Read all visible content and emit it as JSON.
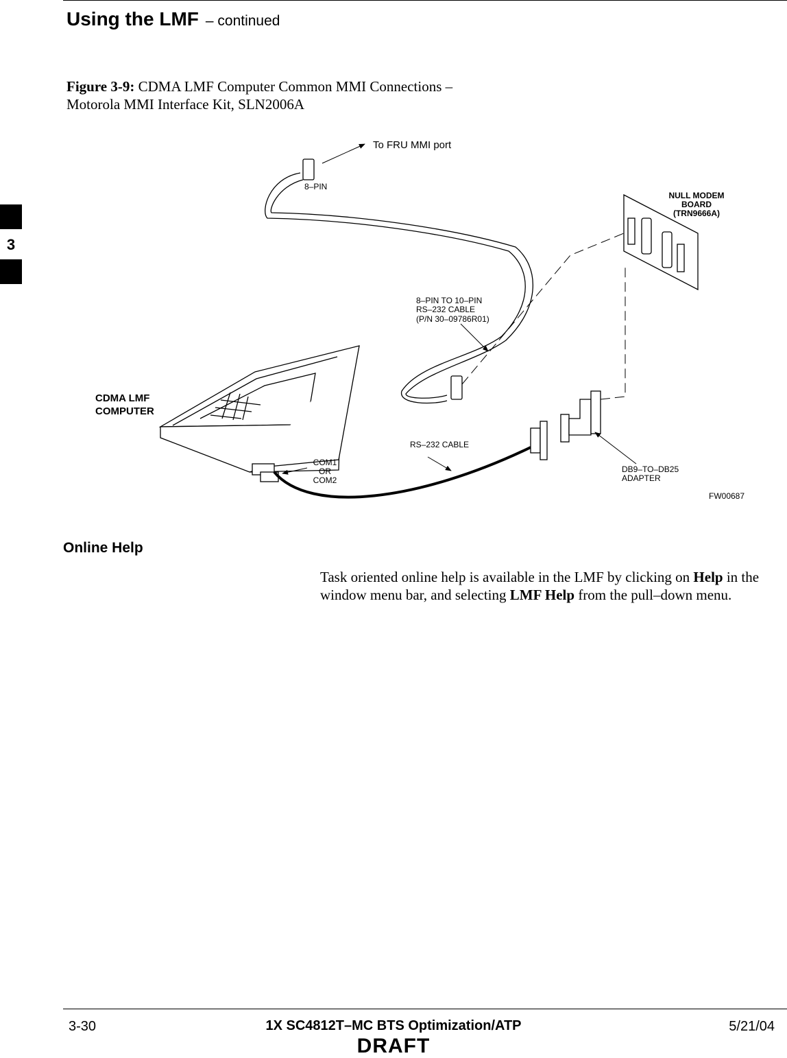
{
  "header": {
    "title": "Using the LMF",
    "subtitle": "– continued"
  },
  "figure": {
    "label": "Figure 3-9:",
    "caption_line1": "CDMA LMF Computer Common MMI Connections –",
    "caption_line2": "Motorola MMI Interface Kit, SLN2006A",
    "labels": {
      "to_fru": "To FRU MMI port",
      "eight_pin": "8–PIN",
      "null_modem_1": "NULL MODEM",
      "null_modem_2": "BOARD",
      "null_modem_3": "(TRN9666A)",
      "cable_1": "8–PIN TO 10–PIN",
      "cable_2": "RS–232 CABLE",
      "cable_3": "(P/N 30–09786R01)",
      "computer_1": "CDMA LMF",
      "computer_2": "COMPUTER",
      "rs232": "RS–232 CABLE",
      "com_1": "COM1",
      "com_2": "OR",
      "com_3": "COM2",
      "adapter_1": "DB9–TO–DB25",
      "adapter_2": "ADAPTER",
      "fig_id": "FW00687"
    }
  },
  "side_tab": {
    "number": "3"
  },
  "section": {
    "heading": "Online Help",
    "para_1": "Task oriented online help is available in the LMF by clicking on ",
    "para_bold_1": "Help",
    "para_2": " in the window menu bar, and selecting ",
    "para_bold_2": "LMF Help",
    "para_3": " from the pull–down menu."
  },
  "footer": {
    "page": "3-30",
    "doc_title": "1X SC4812T–MC BTS Optimization/ATP",
    "date": "5/21/04",
    "draft": "DRAFT"
  }
}
